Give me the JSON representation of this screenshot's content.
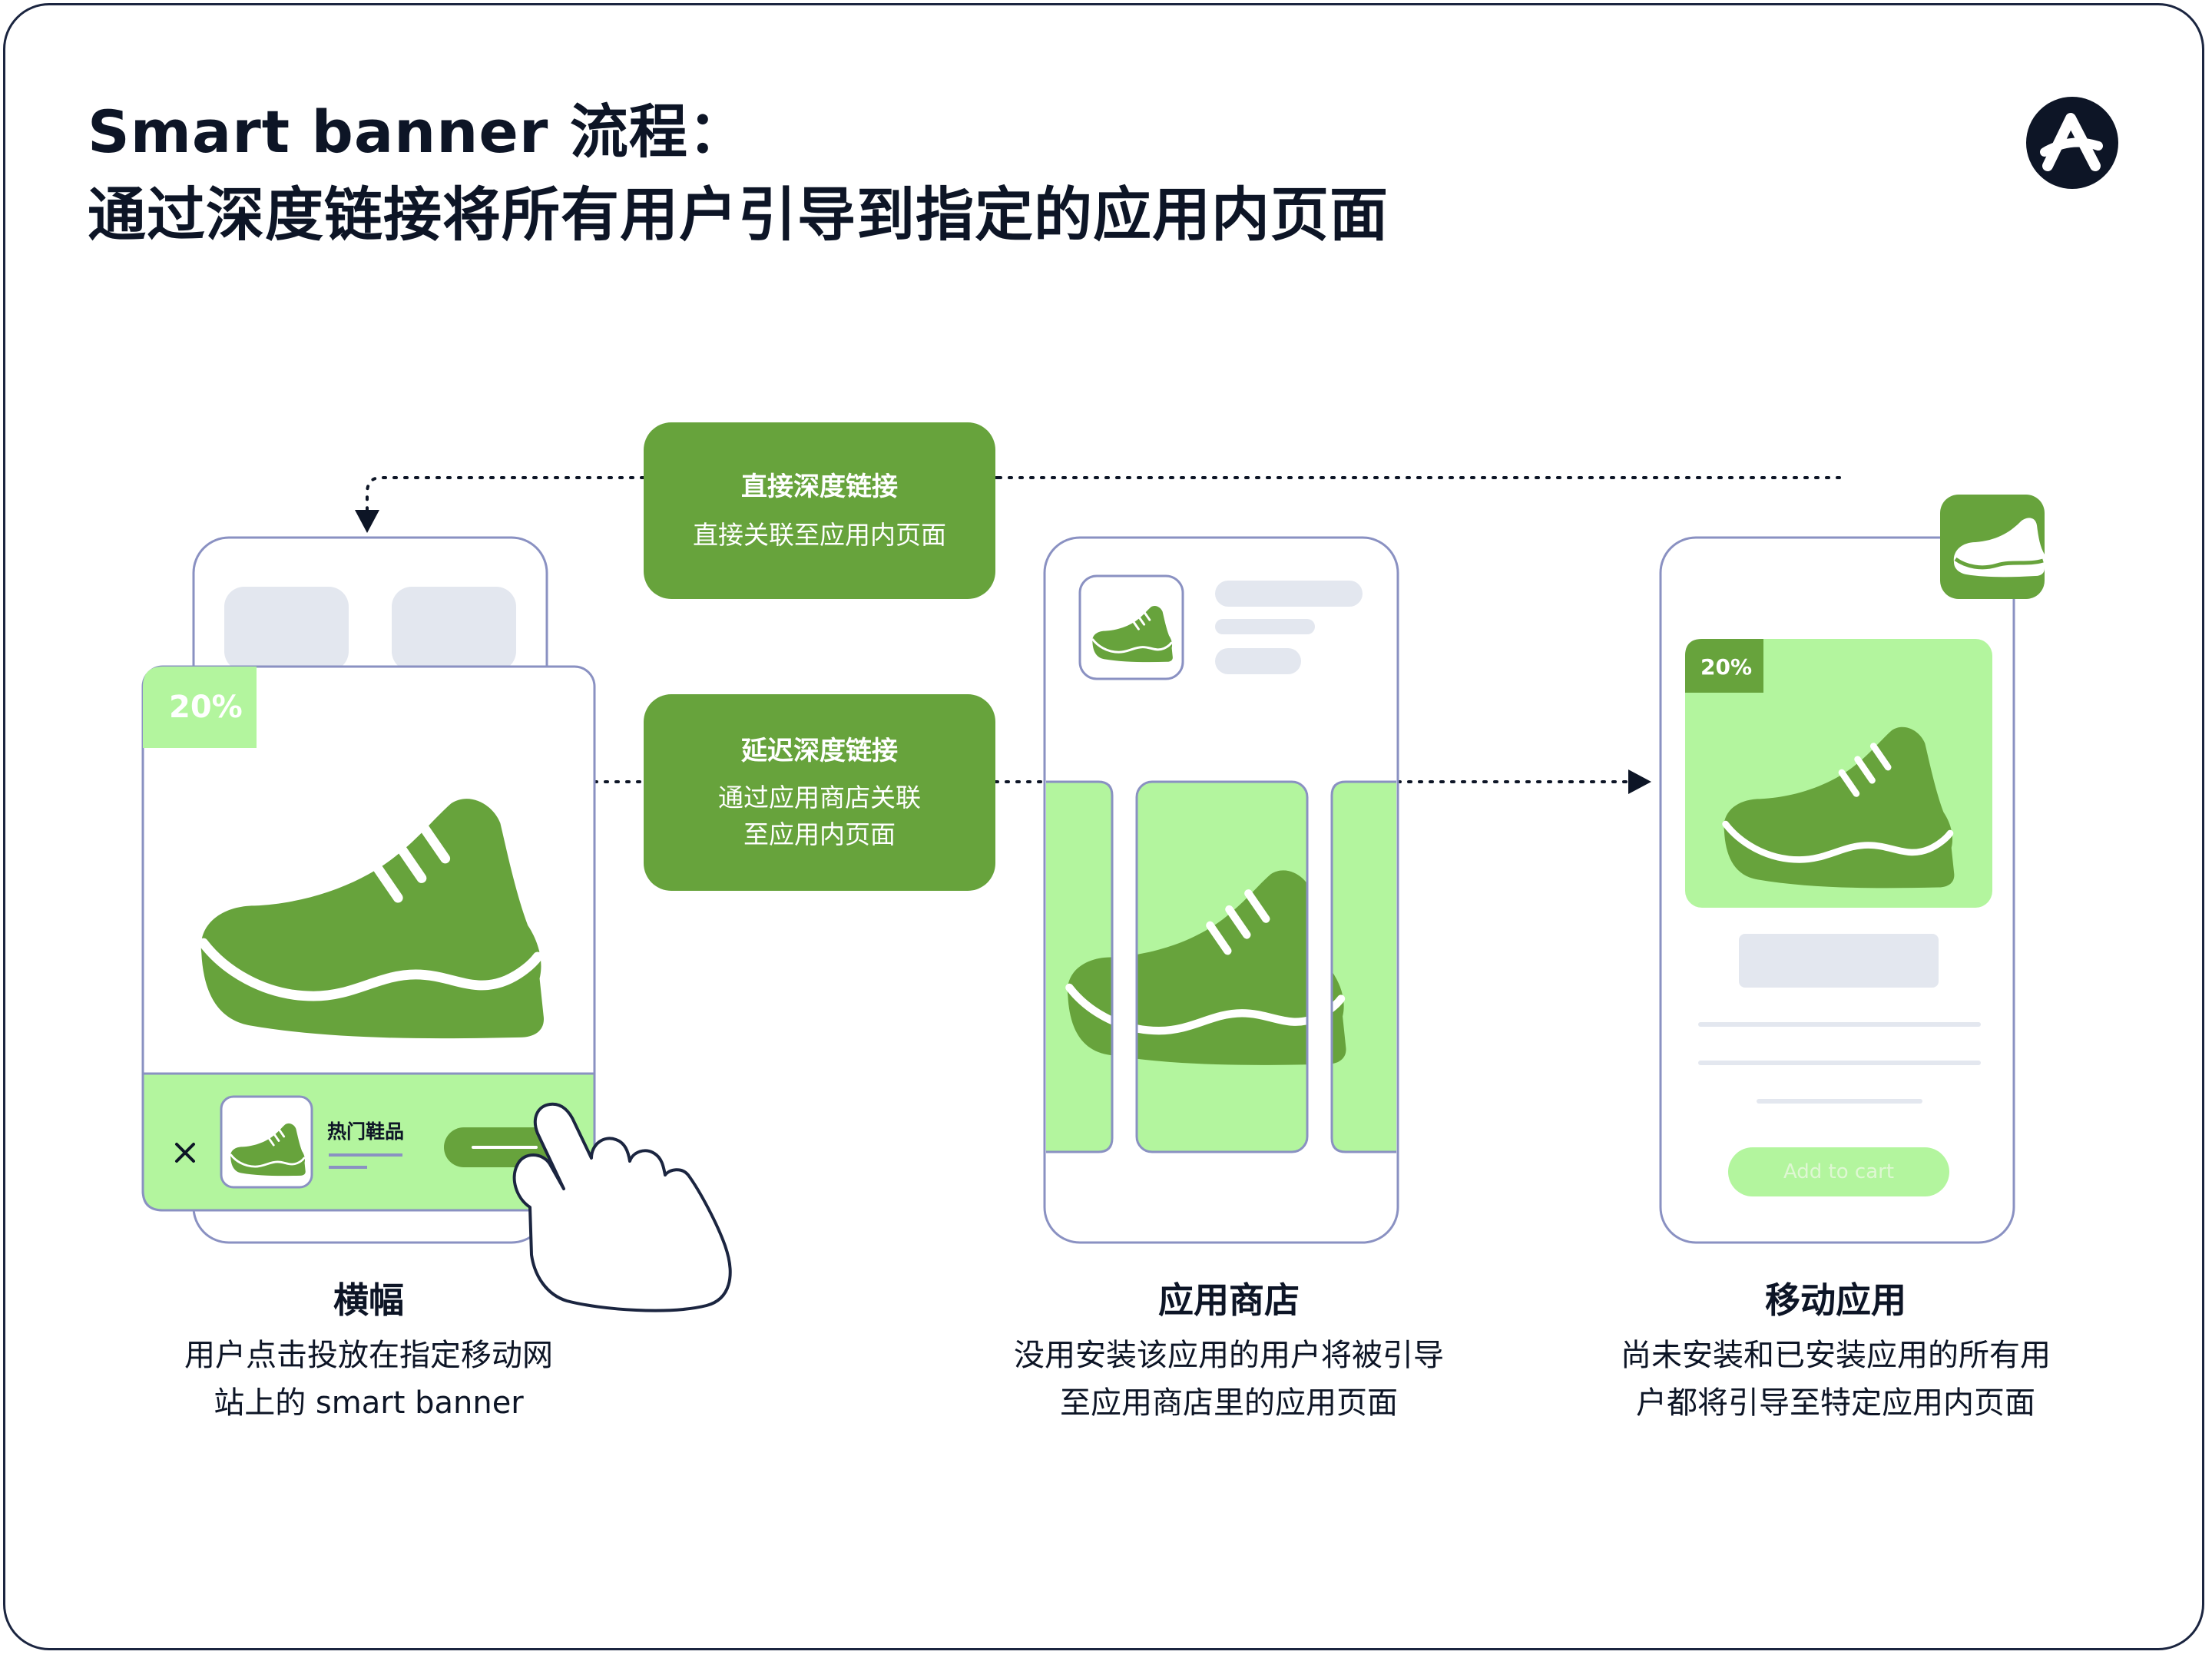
{
  "title": {
    "line1": "Smart banner 流程：",
    "line2": "通过深度链接将所有用户引导到指定的应用内页面"
  },
  "flows": {
    "direct": {
      "title": "直接深度链接",
      "subtitle": "直接关联至应用内页面"
    },
    "deferred": {
      "title": "延迟深度链接",
      "subtitle_line1": "通过应用商店关联",
      "subtitle_line2": "至应用内页面"
    }
  },
  "banner_screen": {
    "badge": "20%",
    "close": "×",
    "product_name": "热门鞋品"
  },
  "app_screen": {
    "badge": "20%",
    "cart_button": "Add to cart"
  },
  "captions": {
    "banner": {
      "heading": "横幅",
      "line1": "用户点击投放在指定移动网",
      "line2": "站上的 smart banner"
    },
    "store": {
      "heading": "应用商店",
      "line1": "没用安装该应用的用户将被引导",
      "line2": "至应用商店里的应用页面"
    },
    "app": {
      "heading": "移动应用",
      "line1": "尚未安装和已安装应用的所有用",
      "line2": "户都将引导至特定应用内页面"
    }
  },
  "colors": {
    "green_dark": "#67a33c",
    "green_light": "#b3f59e",
    "outline": "#8a91c2",
    "placeholder": "#e3e7ef",
    "text": "#0d1526"
  },
  "icons": [
    "logo-icon",
    "shoe-icon",
    "close-icon",
    "hand-pointer-icon",
    "arrow-icon"
  ]
}
